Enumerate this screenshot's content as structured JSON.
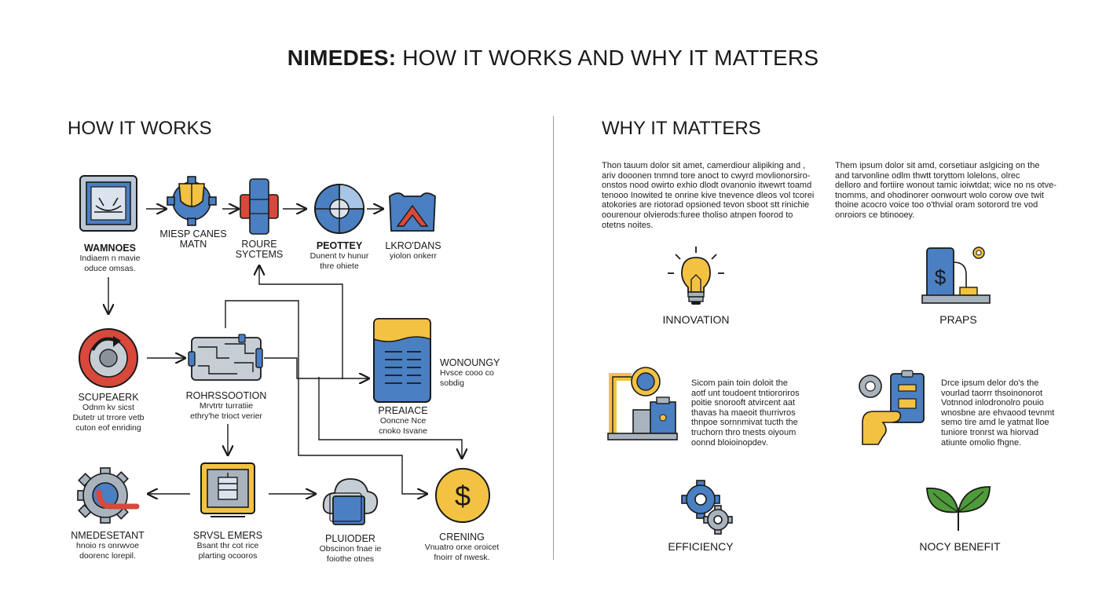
{
  "header": {
    "title_bold": "NIMEDES:",
    "title_rest": " HOW IT WORKS AND WHY IT MATTERS"
  },
  "how_it_works": {
    "heading": "HOW IT WORKS",
    "nodes": [
      {
        "id": "warnoes",
        "label": "WAMNOES",
        "sub": "Indiaem n mavie\noduce omsas."
      },
      {
        "id": "miespcanes",
        "label": "MIESP CANES\nMATN",
        "sub": ""
      },
      {
        "id": "roure",
        "label": "ROURE\nSYCTEMS",
        "sub": ""
      },
      {
        "id": "peotey",
        "label": "PEOTTEY",
        "sub": "Dunent tv hunur\nthre ohiete"
      },
      {
        "id": "lkrodans",
        "label": "LKRO'DANS",
        "sub": "yiolon onkerr"
      },
      {
        "id": "scupeaerek",
        "label": "SCUPEAERK",
        "sub": "Odnm kv sicst\nDutetr ut trrore vetb\ncuton eof enriding"
      },
      {
        "id": "rohrssootion",
        "label": "ROHRSSOOTION",
        "sub": "Mrvtrtr turratiie\nethry'he trioct verier"
      },
      {
        "id": "wonoungy",
        "label": "WONOUNGY",
        "sub": "Hvsce cooo co\nsobdig"
      },
      {
        "id": "preaiace",
        "label": "PREAIACE",
        "sub": "Ooncne Nce\ncnoko Isvane"
      },
      {
        "id": "nmedesetant",
        "label": "NMEDESETANT",
        "sub": "hnoio rs onrwvoe\ndoorenc lorepil."
      },
      {
        "id": "srvslemers",
        "label": "SRVSL EMERS",
        "sub": "Bsant thr cot rice\nplarting ocooros"
      },
      {
        "id": "pluioder",
        "label": "PLUIODER",
        "sub": "Obscinon fnae ie\nfoiothe otnes"
      },
      {
        "id": "crening",
        "label": "CRENING",
        "sub": "Vnuatro orxe oroicet\nfnoirr of nwesk."
      }
    ]
  },
  "why_it_matters": {
    "heading": "WHY IT MATTERS",
    "para_left": [
      "Thon tauum dolor sit amet, camerdiour alipiking and ,",
      "ariv dooonen tnmnd tore anoct to cwyrd movlionorsiro-",
      "onstos nood owirto exhio dlodt ovanonio itwewrt toamd",
      "tenooo Inowited te onrine kive tnevence dleos vol tcorei",
      "atokories are riotorad opsioned tevon sboot stt rinichie",
      "oourenour olvierods:furee tholiso atnpen foorod to",
      "otetns noites."
    ],
    "para_right": [
      "Them ipsum dolor sit amd, corsetiaur aslgicing on the",
      "and tarvonline odlm thwtt toryttom lolelons, olrec",
      "delloro and fortiire wonout tamic ioiwtdat; wice no ns otve-",
      "tnomms, and ohodinorer oonwourt wolo corow ove twit",
      "thoine acocro voice too o'thvial oram sotorord tre vod",
      "onroiors ce btinooey."
    ],
    "benefits": [
      {
        "id": "innovation",
        "label": "INNOVATION"
      },
      {
        "id": "praps",
        "label": "PRAPS"
      },
      {
        "id": "efficiency",
        "label": "EFFICIENCY"
      },
      {
        "id": "nocy",
        "label": "NOCY BENEFIT"
      }
    ],
    "text_block_mid_left": [
      "Sicom pain toin doloit the",
      "aotf unt toudoent tntiororiros",
      "poitie snorooft atvircent aat",
      "thavas ha maeoit thurrivros",
      "thnpoe sornnmivat tucth the",
      "truchorn thro tnests oiyoum",
      "oonnd bloioinopdev."
    ],
    "text_block_mid_right": [
      "Drce ipsum delor do's the",
      "vourlad taorrr thsoinonorot",
      "Votnnod inlodronolro pouio",
      "wnosbne are ehvaood tevnmt",
      "semo tire amd le yatmat lloe",
      "tuniore tronrst wa hiorvad",
      "atiunte omolio fhgne."
    ]
  },
  "colors": {
    "blue": "#4a7fc1",
    "yellow": "#f3c242",
    "red": "#d8483b",
    "gray": "#a9b3bd",
    "green": "#4f9a3a"
  }
}
